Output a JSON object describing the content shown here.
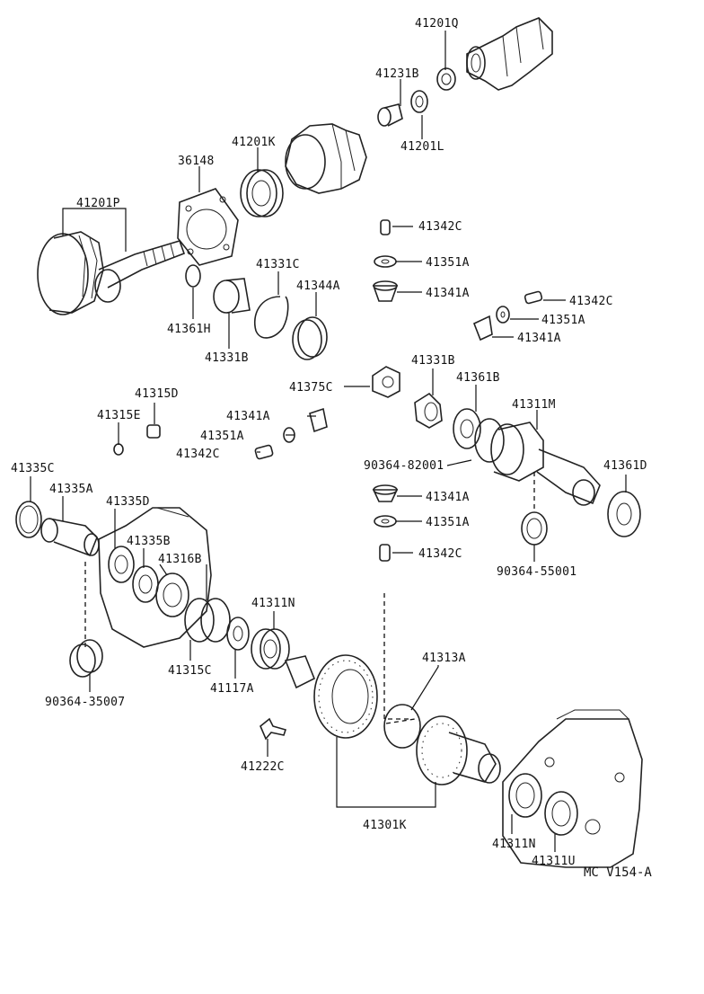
{
  "reference": "MC V154-A",
  "labels": {
    "p41201Q": "41201Q",
    "p41231B": "41231B",
    "p41201L": "41201L",
    "p41201K": "41201K",
    "p36148": "36148",
    "p41201P": "41201P",
    "p41342C_1": "41342C",
    "p41351A_1": "41351A",
    "p41341A_1": "41341A",
    "p41342C_2": "41342C",
    "p41351A_2": "41351A",
    "p41341A_2": "41341A",
    "p41331C": "41331C",
    "p41344A": "41344A",
    "p41361H": "41361H",
    "p41331B_1": "41331B",
    "p41331B_2": "41331B",
    "p41375C": "41375C",
    "p41361B": "41361B",
    "p41311M": "41311M",
    "p41315D": "41315D",
    "p41315E": "41315E",
    "p41341A_3": "41341A",
    "p41351A_3": "41351A",
    "p41342C_3": "41342C",
    "p90364_82001": "90364-82001",
    "p41361D": "41361D",
    "p41335C": "41335C",
    "p41335A": "41335A",
    "p41335D": "41335D",
    "p41341A_4": "41341A",
    "p41351A_4": "41351A",
    "p41342C_4": "41342C",
    "p41335B": "41335B",
    "p41316B": "41316B",
    "p90364_55001": "90364-55001",
    "p41311N_1": "41311N",
    "p41315C": "41315C",
    "p41117A": "41117A",
    "p41313A": "41313A",
    "p90364_35007": "90364-35007",
    "p41222C": "41222C",
    "p41301K": "41301K",
    "p41311N_2": "41311N",
    "p41311U": "41311U"
  }
}
